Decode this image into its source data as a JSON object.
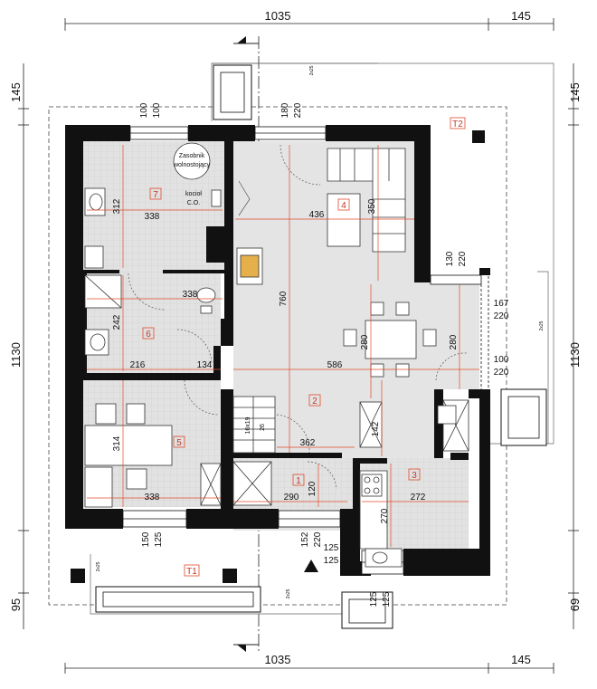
{
  "overall": {
    "width": "1035",
    "terrace_width": "145",
    "height": "1130",
    "top_overhang": "145",
    "bottom_overhang_left": "95",
    "bottom_overhang_right": "69"
  },
  "rooms": {
    "r1": {
      "number": "1",
      "w": "290",
      "h": "120"
    },
    "r2": {
      "number": "2",
      "w": "362",
      "h": "142"
    },
    "r3": {
      "number": "3",
      "w": "272",
      "h": "270"
    },
    "r4": {
      "number": "4",
      "w": "436",
      "h": "350"
    },
    "r5": {
      "number": "5",
      "w": "338",
      "h": "314"
    },
    "r6": {
      "number": "6",
      "w": "216",
      "h": "242"
    },
    "r7": {
      "number": "7",
      "w": "338",
      "h": "312"
    },
    "hall_w": "586",
    "hall_small": "134",
    "bath_w": "338",
    "living_h": "760",
    "dining_h1": "280",
    "dining_h2": "280"
  },
  "terraces": {
    "t1": "T1",
    "t2": "T2"
  },
  "openings": {
    "top_a": "100",
    "top_b": "100",
    "top_c": "180",
    "top_d": "220",
    "right_a": "130",
    "right_b": "220",
    "right_c": "167",
    "right_d": "220",
    "right_e": "100",
    "right_f": "220",
    "bottom_a": "150",
    "bottom_b": "125",
    "bottom_c": "152",
    "bottom_d": "220",
    "bottom_e": "125",
    "bottom_f": "125",
    "bottom_g": "125",
    "bottom_h": "125"
  },
  "labels": {
    "tank_line1": "Zasobnik",
    "tank_line2": "wolnostojący",
    "boiler_line1": "kocioł",
    "boiler_line2": "C.O.",
    "stairs": "16x19",
    "stairs_count": "26",
    "chimney_a": "2x25",
    "chimney_b": "2x25",
    "chimney_c": "2x25",
    "chimney_d": "2x25"
  }
}
